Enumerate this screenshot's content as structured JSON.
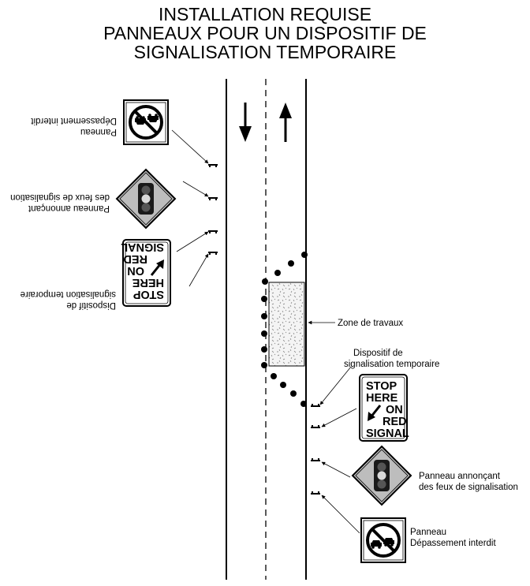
{
  "title": {
    "line1": "INSTALLATION REQUISE",
    "line2": "PANNEAUX POUR UN DISPOSITIF DE",
    "line3": "SIGNALISATION TEMPORAIRE"
  },
  "labels": {
    "work_zone": "Zone de travaux",
    "temp_device_line1": "Dispositif de",
    "temp_device_line2": "signalisation temporaire",
    "signal_ahead_line1": "Panneau annonçant",
    "signal_ahead_line2": "des feux de signalisation",
    "no_passing_line1": "Panneau",
    "no_passing_line2": "Dépassement interdit"
  },
  "stop_sign": {
    "line1": "STOP",
    "line2": "HERE",
    "line3": "ON",
    "line4": "RED",
    "line5": "SIGNAL"
  },
  "colors": {
    "line": "#000000",
    "sign_diamond_fill": "#bdbdbd",
    "signal_housing": "#1a1a1a",
    "lamp_light": "#d9d9d9",
    "lamp_dark": "#555555",
    "work_zone_fill": "#f2f2f2"
  },
  "icons": [
    "arrow-down-icon",
    "arrow-up-icon",
    "no-passing-icon",
    "traffic-signal-icon",
    "diagonal-arrow-icon"
  ]
}
